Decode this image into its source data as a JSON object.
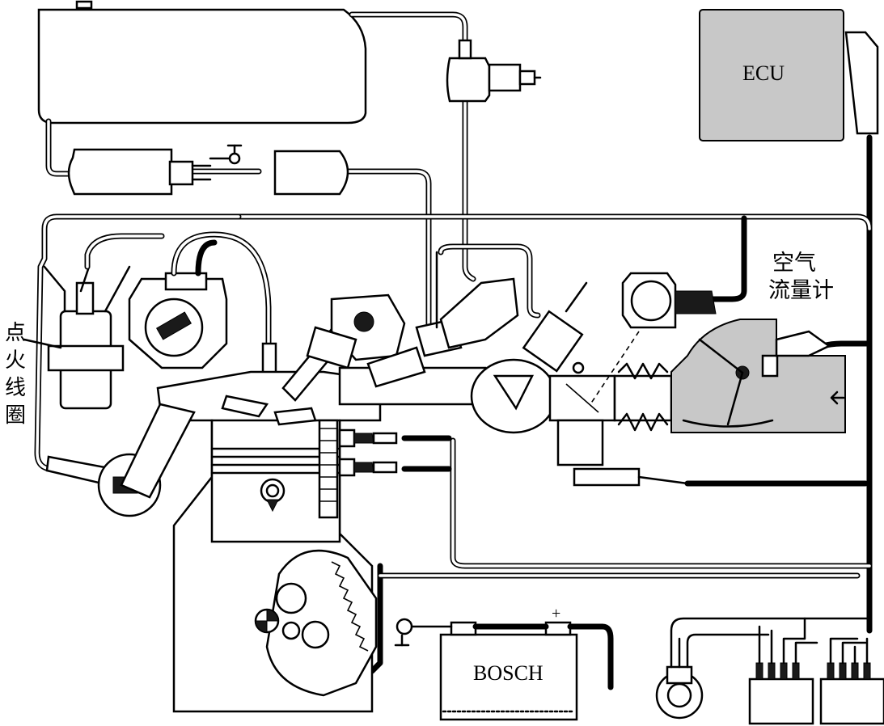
{
  "labels": {
    "ecu": "ECU",
    "battery": "BOSCH",
    "air_flow_meter_line1": "空气",
    "air_flow_meter_line2": "流量计",
    "ignition_coil": "点火线圈"
  },
  "symbols": {
    "plus": "+"
  },
  "colors": {
    "line": "#000000",
    "ecu_fill": "#c8c8c8",
    "air_meter_fill": "#c8c8c8",
    "background": "#ffffff"
  }
}
